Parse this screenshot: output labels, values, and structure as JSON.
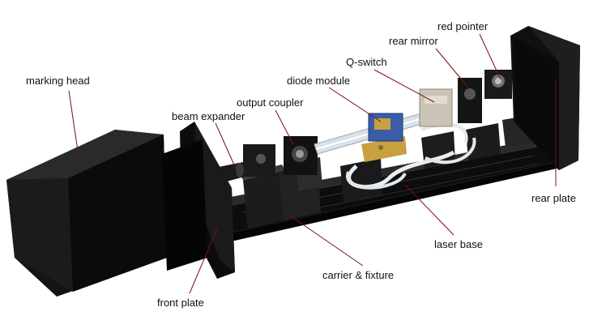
{
  "labels": {
    "marking_head": "marking head",
    "beam_expander": "beam expander",
    "output_coupler": "output coupler",
    "diode_module": "diode module",
    "q_switch": "Q-switch",
    "rear_mirror": "rear mirror",
    "red_pointer": "red pointer",
    "rear_plate": "rear plate",
    "laser_base": "laser base",
    "carrier_fixture": "carrier & fixture",
    "front_plate": "front plate"
  },
  "colors": {
    "leader_line": "#7a1010",
    "label_text": "#111111",
    "body_dark": "#151515",
    "diode_gold": "#c8a040",
    "diode_blue": "#3a5da8",
    "tube_clear": "#d9e2ea",
    "background": "#ffffff"
  }
}
